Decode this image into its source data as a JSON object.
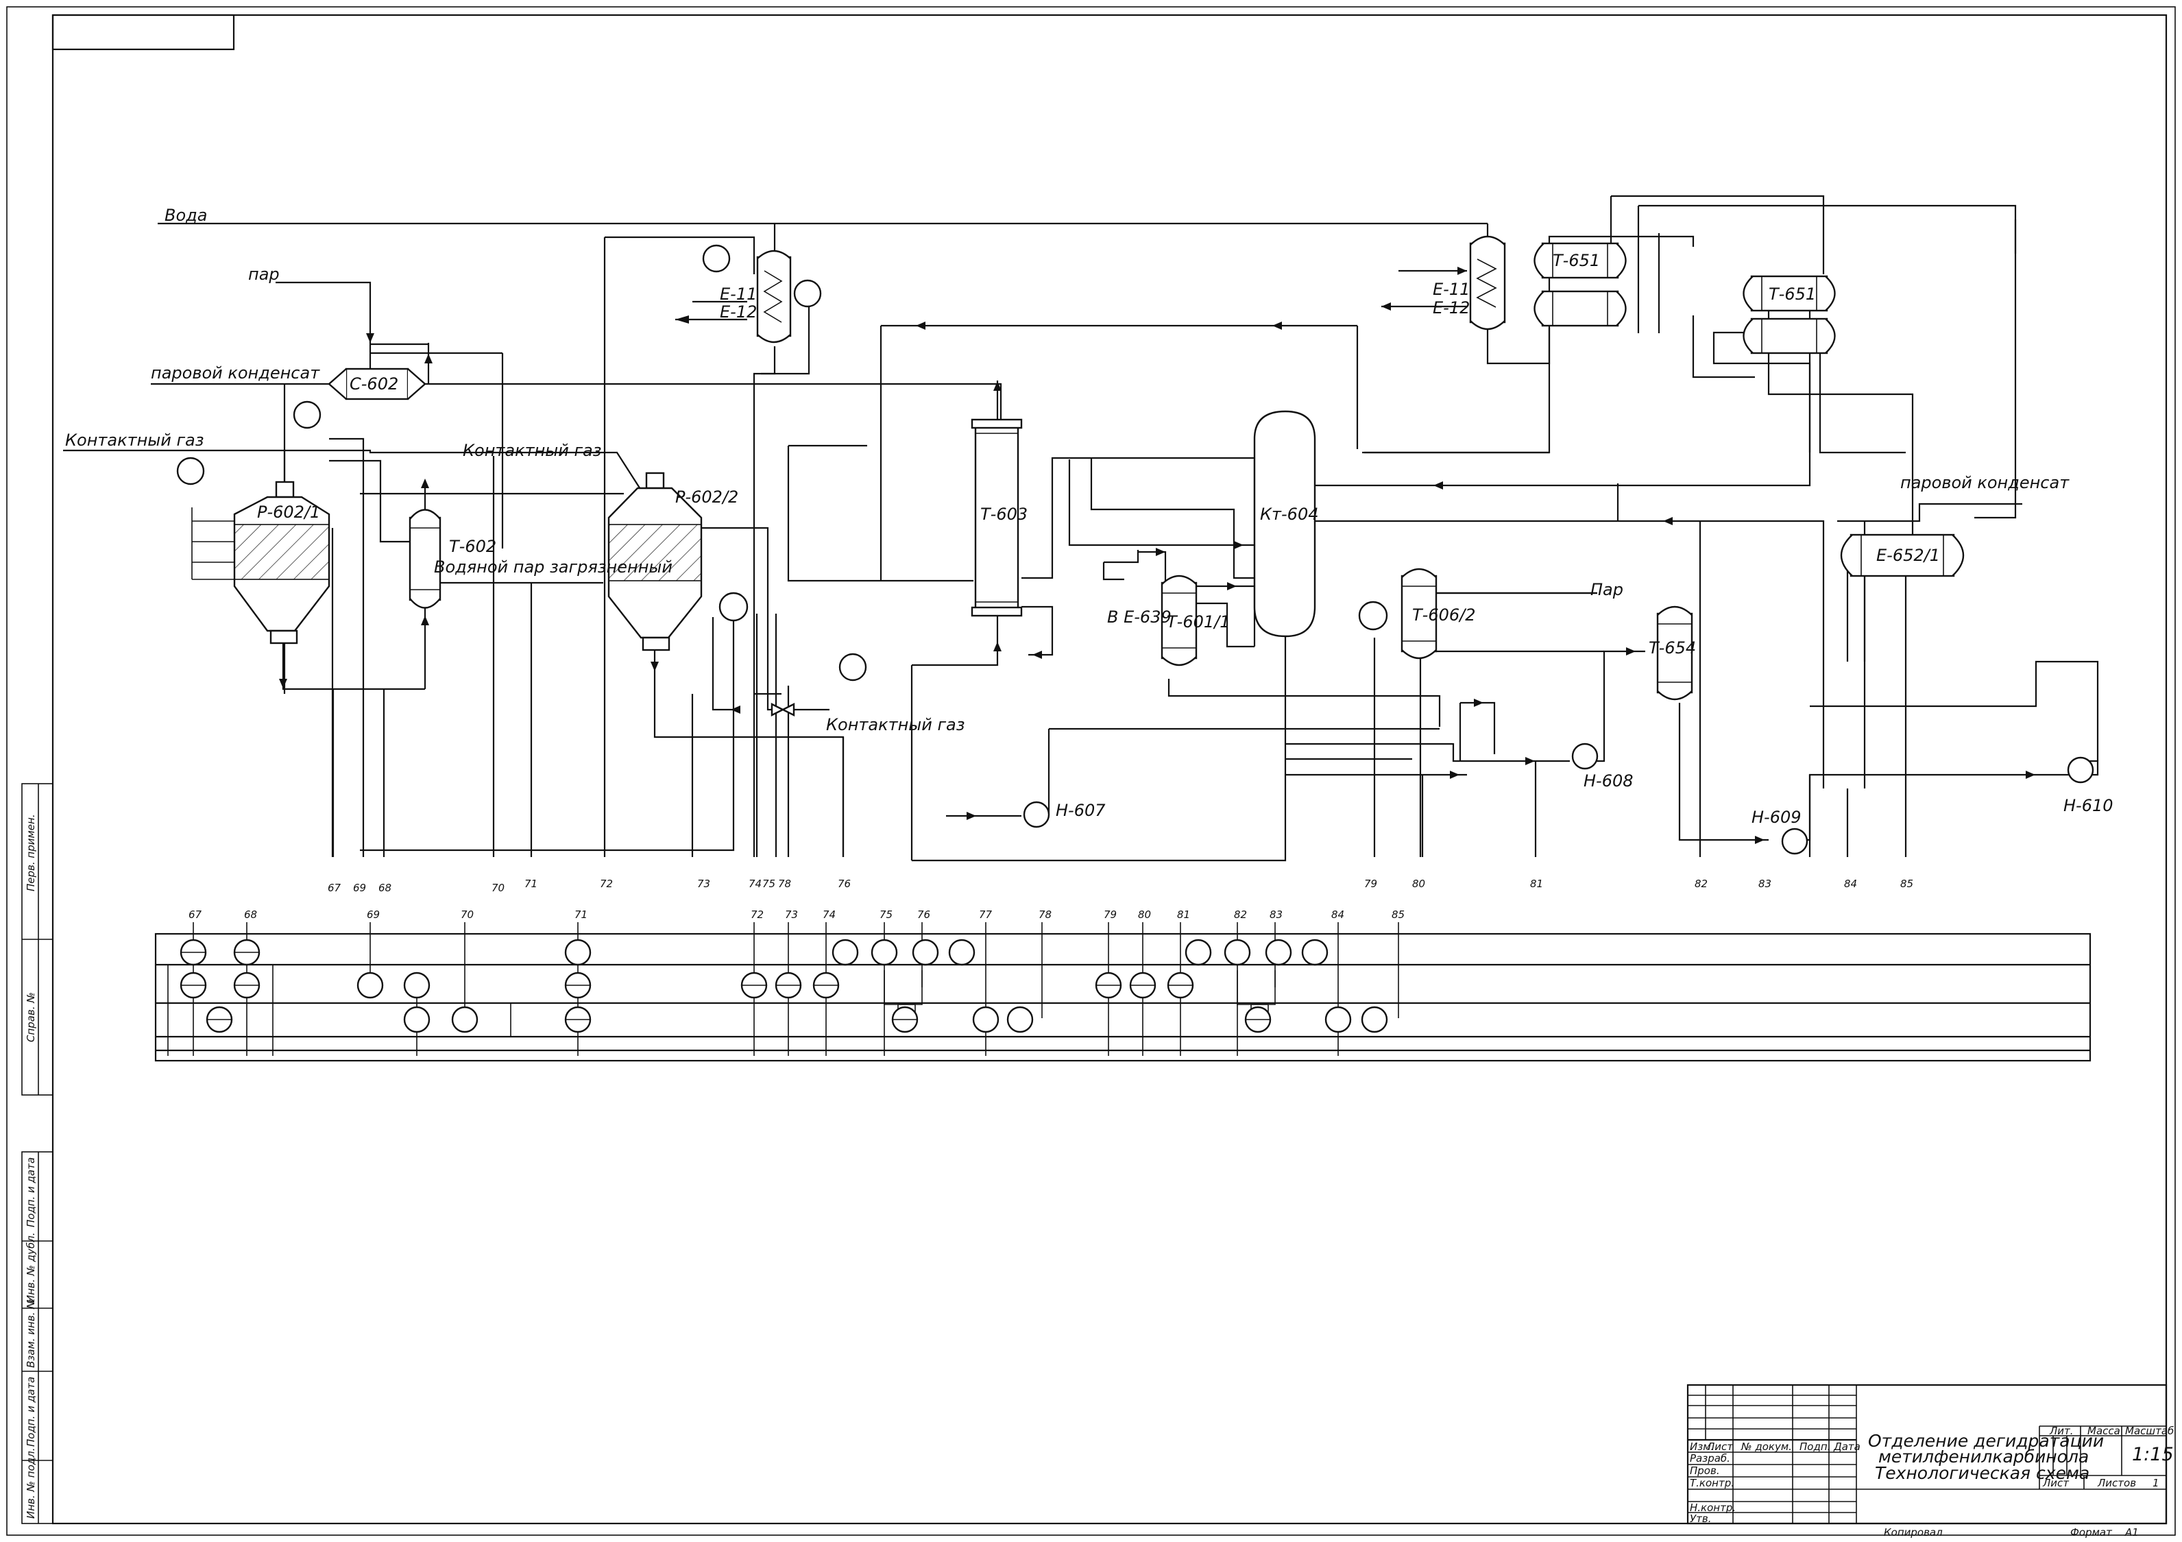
{
  "streams": {
    "water": "Вода",
    "steam": "пар",
    "steam_condensate_left": "паровой конденсат",
    "contact_gas_left": "Контактный газ",
    "contact_gas_mid": "Контактный газ",
    "contaminated_steam": "Водяной пар загрязненный",
    "contact_gas_bottom": "Контактный газ",
    "steam_right": "Пар",
    "steam_condensate_right": "паровой конденсат",
    "to_e639": "В Е-639",
    "e11_left": "Е-11",
    "e12_left": "Е-12",
    "e11_right": "Е-11",
    "e12_right": "Е-12"
  },
  "equipment": {
    "s602": "С-602",
    "r602_1": "Р-602/1",
    "r602_2": "Р-602/2",
    "t602": "Т-602",
    "t603": "Т-603",
    "kt604": "Кт-604",
    "t601_1": "Т-601/1",
    "t606_2": "Т-606/2",
    "t654": "Т-654",
    "t651_a": "Т-651",
    "t651_b": "Т-651",
    "e652_1": "Е-652/1",
    "n607": "Н-607",
    "n608": "Н-608",
    "n609": "Н-609",
    "n610": "Н-610"
  },
  "lines_top": [
    "67",
    "69",
    "68",
    "70",
    "71",
    "72",
    "73",
    "74",
    "75",
    "78",
    "76",
    "79",
    "80",
    "81",
    "82",
    "83",
    "84",
    "85"
  ],
  "lines_panel": [
    "67",
    "68",
    "69",
    "70",
    "71",
    "72",
    "73",
    "74",
    "75",
    "76",
    "77",
    "78",
    "79",
    "80",
    "81",
    "82",
    "83",
    "84",
    "85"
  ],
  "side_stamp": [
    "Перв. примен.",
    "Справ. №",
    "Подп. и дата",
    "Инв. № дубл.",
    "Взам. инв. №",
    "Подп. и дата",
    "Инв. № подл."
  ],
  "title_block": {
    "title_line1": "Отделение дегидратации",
    "title_line2": "метилфенилкарбинола",
    "title_line3": "Технологическая схема",
    "col_izm": "Изм.",
    "col_list": "Лист",
    "col_docnum": "№ докум.",
    "col_podp": "Подп.",
    "col_data": "Дата",
    "row_razrab": "Разраб.",
    "row_prov": "Пров.",
    "row_tkontr": "Т.контр.",
    "row_nkontr": "Н.контр.",
    "row_utv": "Утв.",
    "lit": "Лит.",
    "massa": "Масса",
    "masshtab": "Масштаб",
    "scale": "1:15",
    "sheet_label": "Лист",
    "sheets_label": "Листов",
    "sheets_count": "1",
    "kopiroval": "Копировал",
    "format_label": "Формат",
    "format_value": "А1"
  }
}
